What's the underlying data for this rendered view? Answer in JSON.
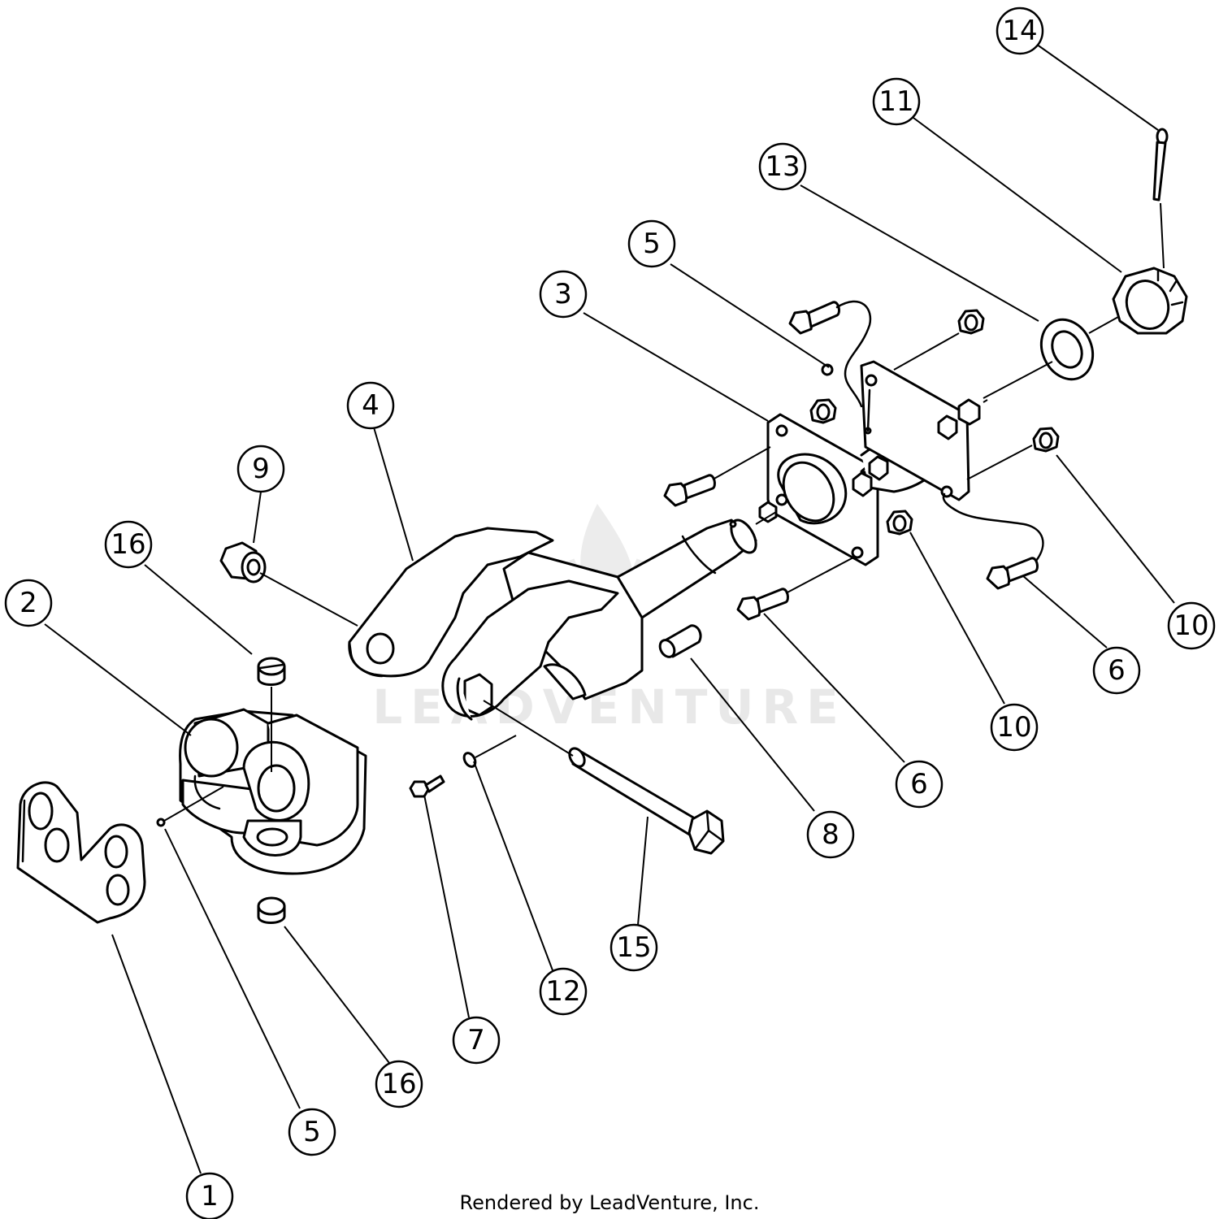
{
  "watermark": "LEADVENTURE",
  "footer": "Rendered by LeadVenture, Inc.",
  "callouts": [
    {
      "label": "14",
      "ref": "cotter-pin"
    },
    {
      "label": "11",
      "ref": "castle-nut"
    },
    {
      "label": "13",
      "ref": "washer-large"
    },
    {
      "label": "5",
      "ref": "grease-fitting-upper"
    },
    {
      "label": "3",
      "ref": "flange-bearing-housing"
    },
    {
      "label": "4",
      "ref": "yoke-arm"
    },
    {
      "label": "9",
      "ref": "flange-nut"
    },
    {
      "label": "16",
      "ref": "bushing-upper"
    },
    {
      "label": "2",
      "ref": "hitch-swivel"
    },
    {
      "label": "10",
      "ref": "flange-nut-right"
    },
    {
      "label": "6",
      "ref": "hex-bolt-right"
    },
    {
      "label": "10",
      "ref": "flange-nut-lower"
    },
    {
      "label": "6",
      "ref": "hex-bolt-lower"
    },
    {
      "label": "8",
      "ref": "spacer-tube"
    },
    {
      "label": "15",
      "ref": "pivot-bolt"
    },
    {
      "label": "12",
      "ref": "lock-washer"
    },
    {
      "label": "7",
      "ref": "small-bolt"
    },
    {
      "label": "16",
      "ref": "bushing-lower"
    },
    {
      "label": "5",
      "ref": "grease-fitting-lower"
    },
    {
      "label": "1",
      "ref": "retainer-plate"
    }
  ]
}
